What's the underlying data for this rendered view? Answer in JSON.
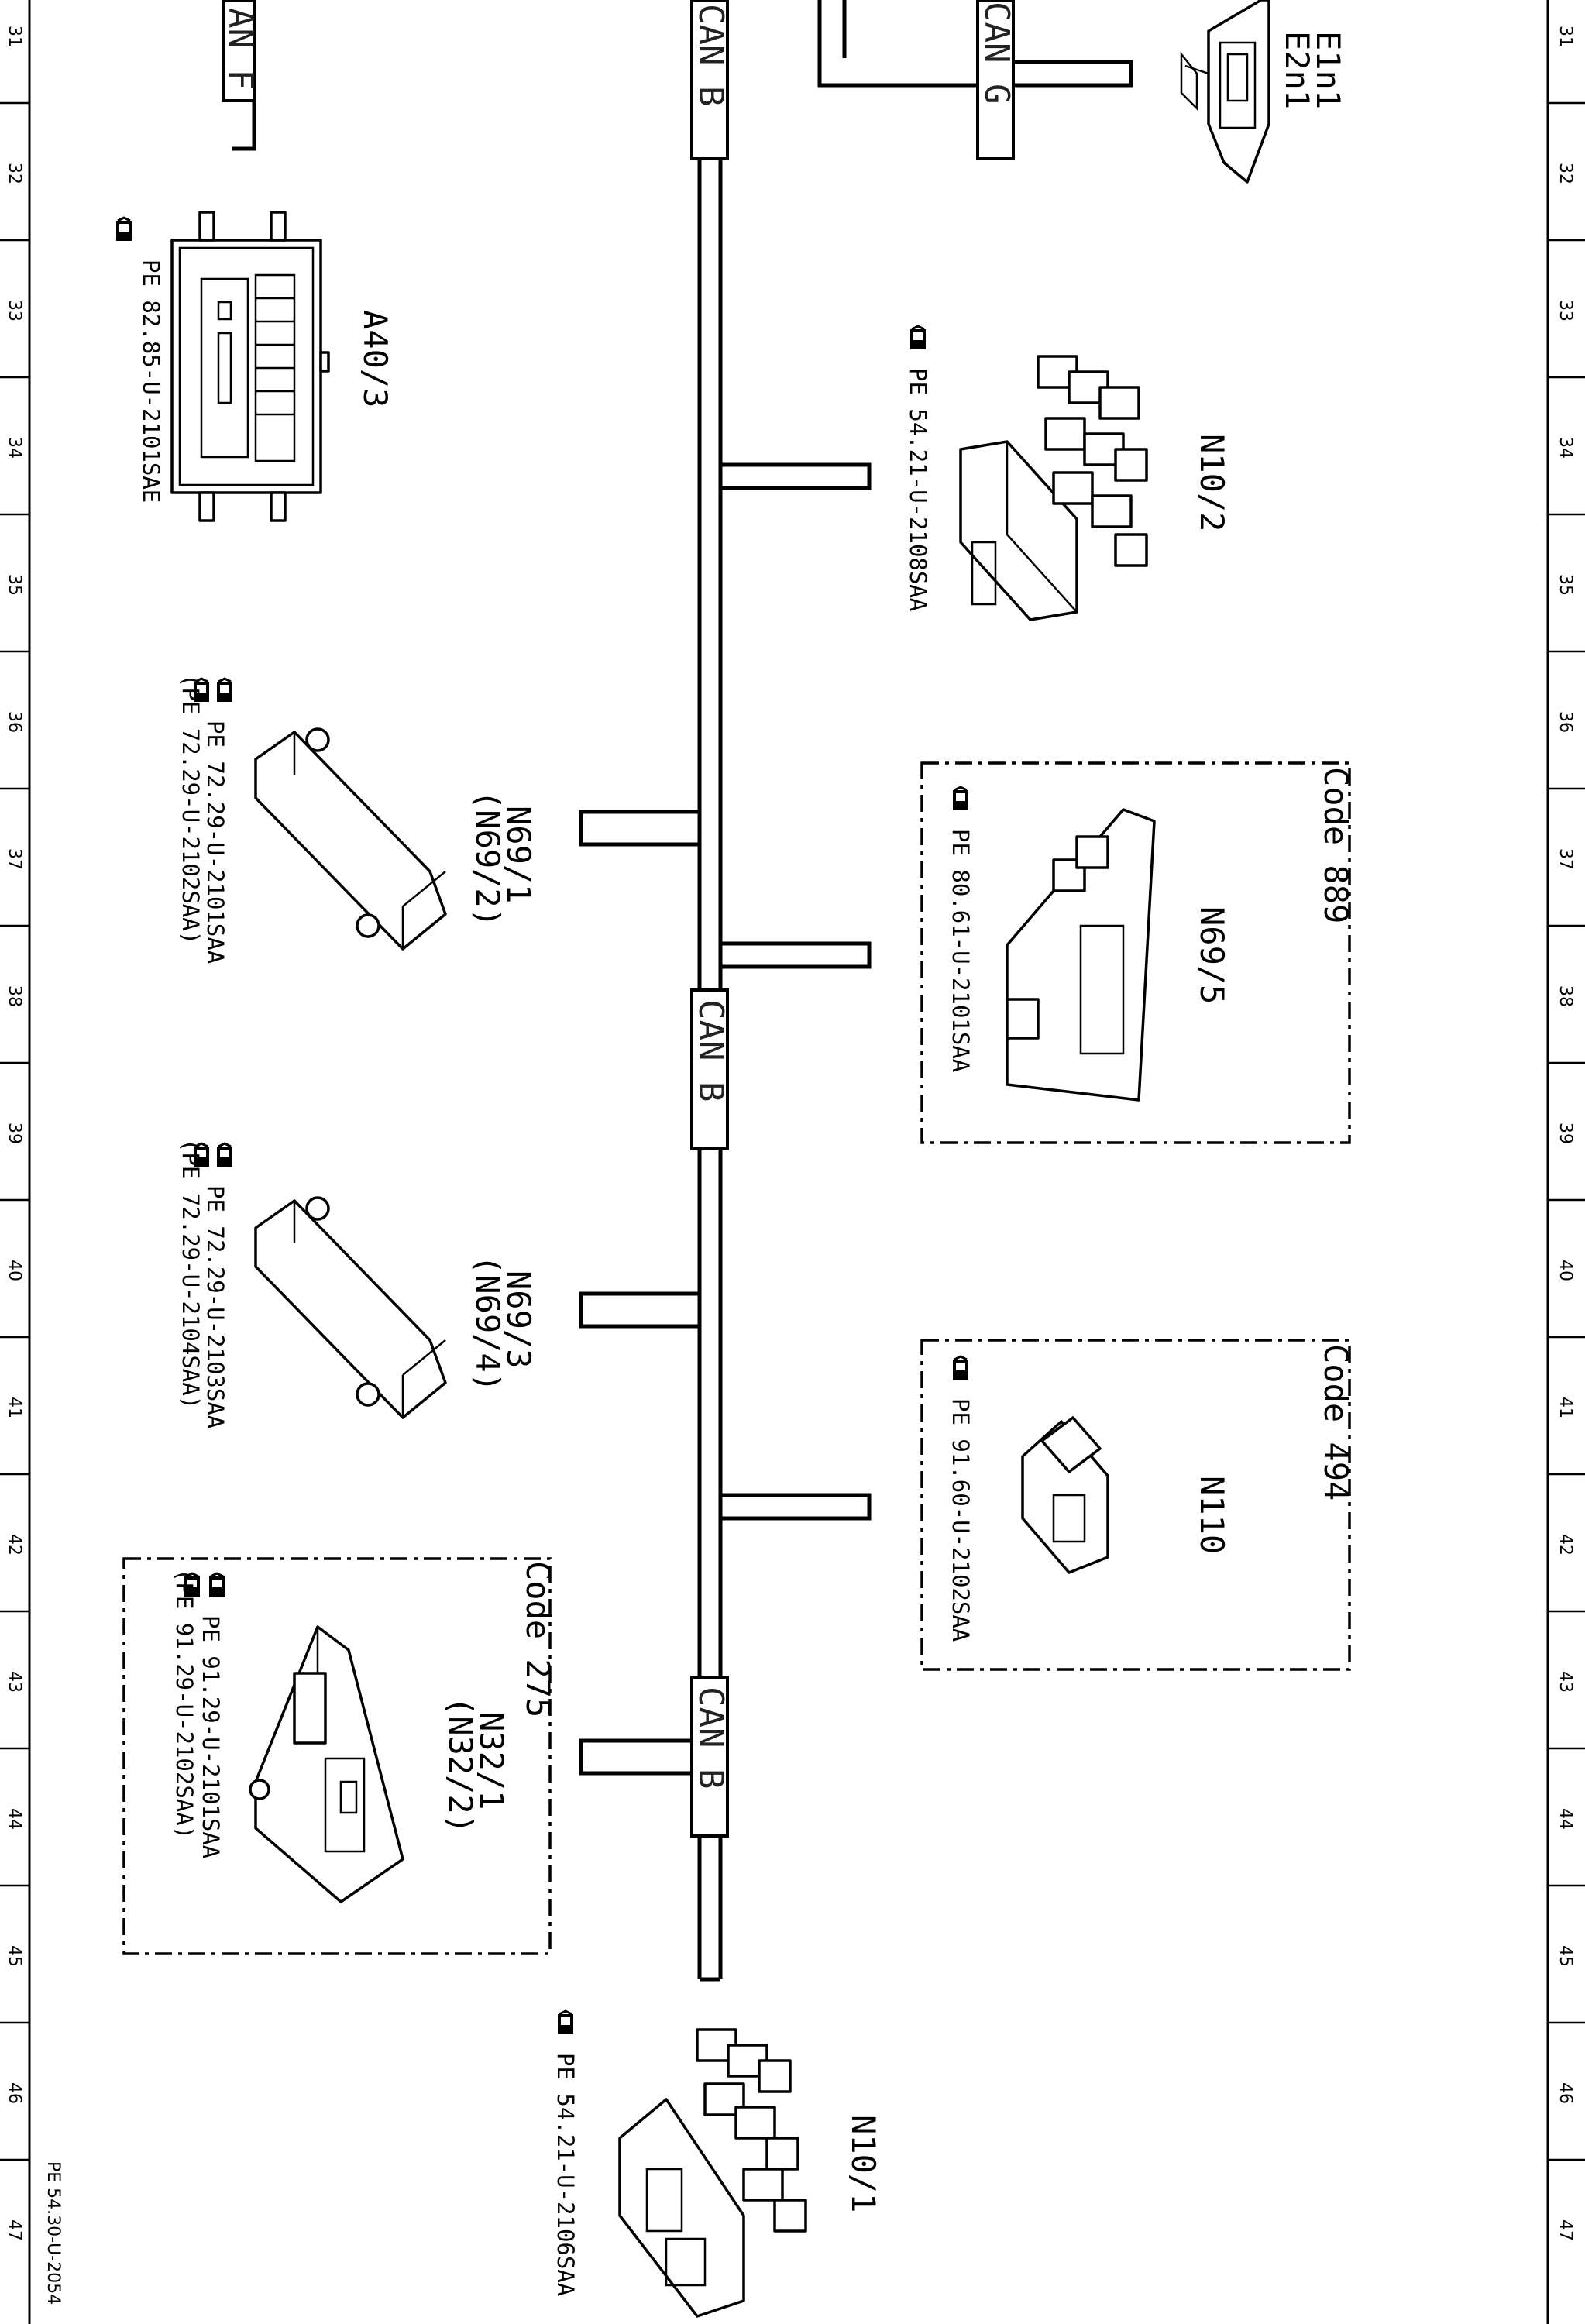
{
  "grid": {
    "columns": [
      "31",
      "32",
      "33",
      "34",
      "35",
      "36",
      "37",
      "38",
      "39",
      "40",
      "41",
      "42",
      "43",
      "44",
      "45",
      "46",
      "47"
    ]
  },
  "doc_ref": "PE 54.30-U-2054",
  "buses": {
    "can_f": "AN F",
    "can_b": "CAN B",
    "can_g": "CAN G"
  },
  "components": [
    {
      "id": "E1n1",
      "label": "E1n1"
    },
    {
      "id": "E2n1",
      "label": "E2n1"
    },
    {
      "id": "A40/3",
      "label": "A40/3",
      "refs": [
        "PE 82.85-U-2101SAE"
      ]
    },
    {
      "id": "N10/2",
      "label": "N10/2",
      "refs": [
        "PE 54.21-U-2108SAA"
      ]
    },
    {
      "id": "N69/1",
      "label": "N69/1",
      "alt_label": "(N69/2)",
      "refs": [
        "PE 72.29-U-2101SAA",
        "(PE 72.29-U-2102SAA)"
      ]
    },
    {
      "id": "N69/5",
      "label": "N69/5",
      "code": "Code 889",
      "refs": [
        "PE 80.61-U-2101SAA"
      ]
    },
    {
      "id": "N69/3",
      "label": "N69/3",
      "alt_label": "(N69/4)",
      "refs": [
        "PE 72.29-U-2103SAA",
        "(PE 72.29-U-2104SAA)"
      ]
    },
    {
      "id": "N110",
      "label": "N110",
      "code": "Code 494",
      "refs": [
        "PE 91.60-U-2102SAA"
      ]
    },
    {
      "id": "N32/1",
      "label": "N32/1",
      "alt_label": "(N32/2)",
      "code": "Code 275",
      "refs": [
        "PE 91.29-U-2101SAA",
        "(PE 91.29-U-2102SAA)"
      ]
    },
    {
      "id": "N10/1",
      "label": "N10/1",
      "refs": [
        "PE 54.21-U-2106SAA"
      ]
    }
  ]
}
